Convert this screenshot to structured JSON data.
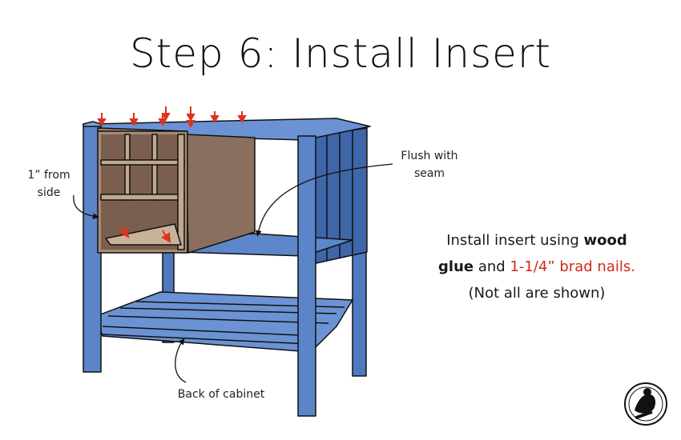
{
  "title": "Step 6: Install Insert",
  "callouts": {
    "side_line1": "1” from",
    "side_line2": "side",
    "flush_line1": "Flush with",
    "flush_line2": "seam",
    "back": "Back of cabinet"
  },
  "instructions": {
    "part1": "Install insert using ",
    "wood": "wood",
    "glue": "glue",
    "and": " and ",
    "nails": "1-1/4” brad nails.",
    "note": "(Not all are shown)"
  },
  "colors": {
    "frame_blue": "#5b85c8",
    "frame_dark": "#3f66a8",
    "insert_brown": "#8b6f5e",
    "arrow_red": "#e0321c"
  },
  "icons": [
    "nail-arrow-icon",
    "logo-icon"
  ]
}
